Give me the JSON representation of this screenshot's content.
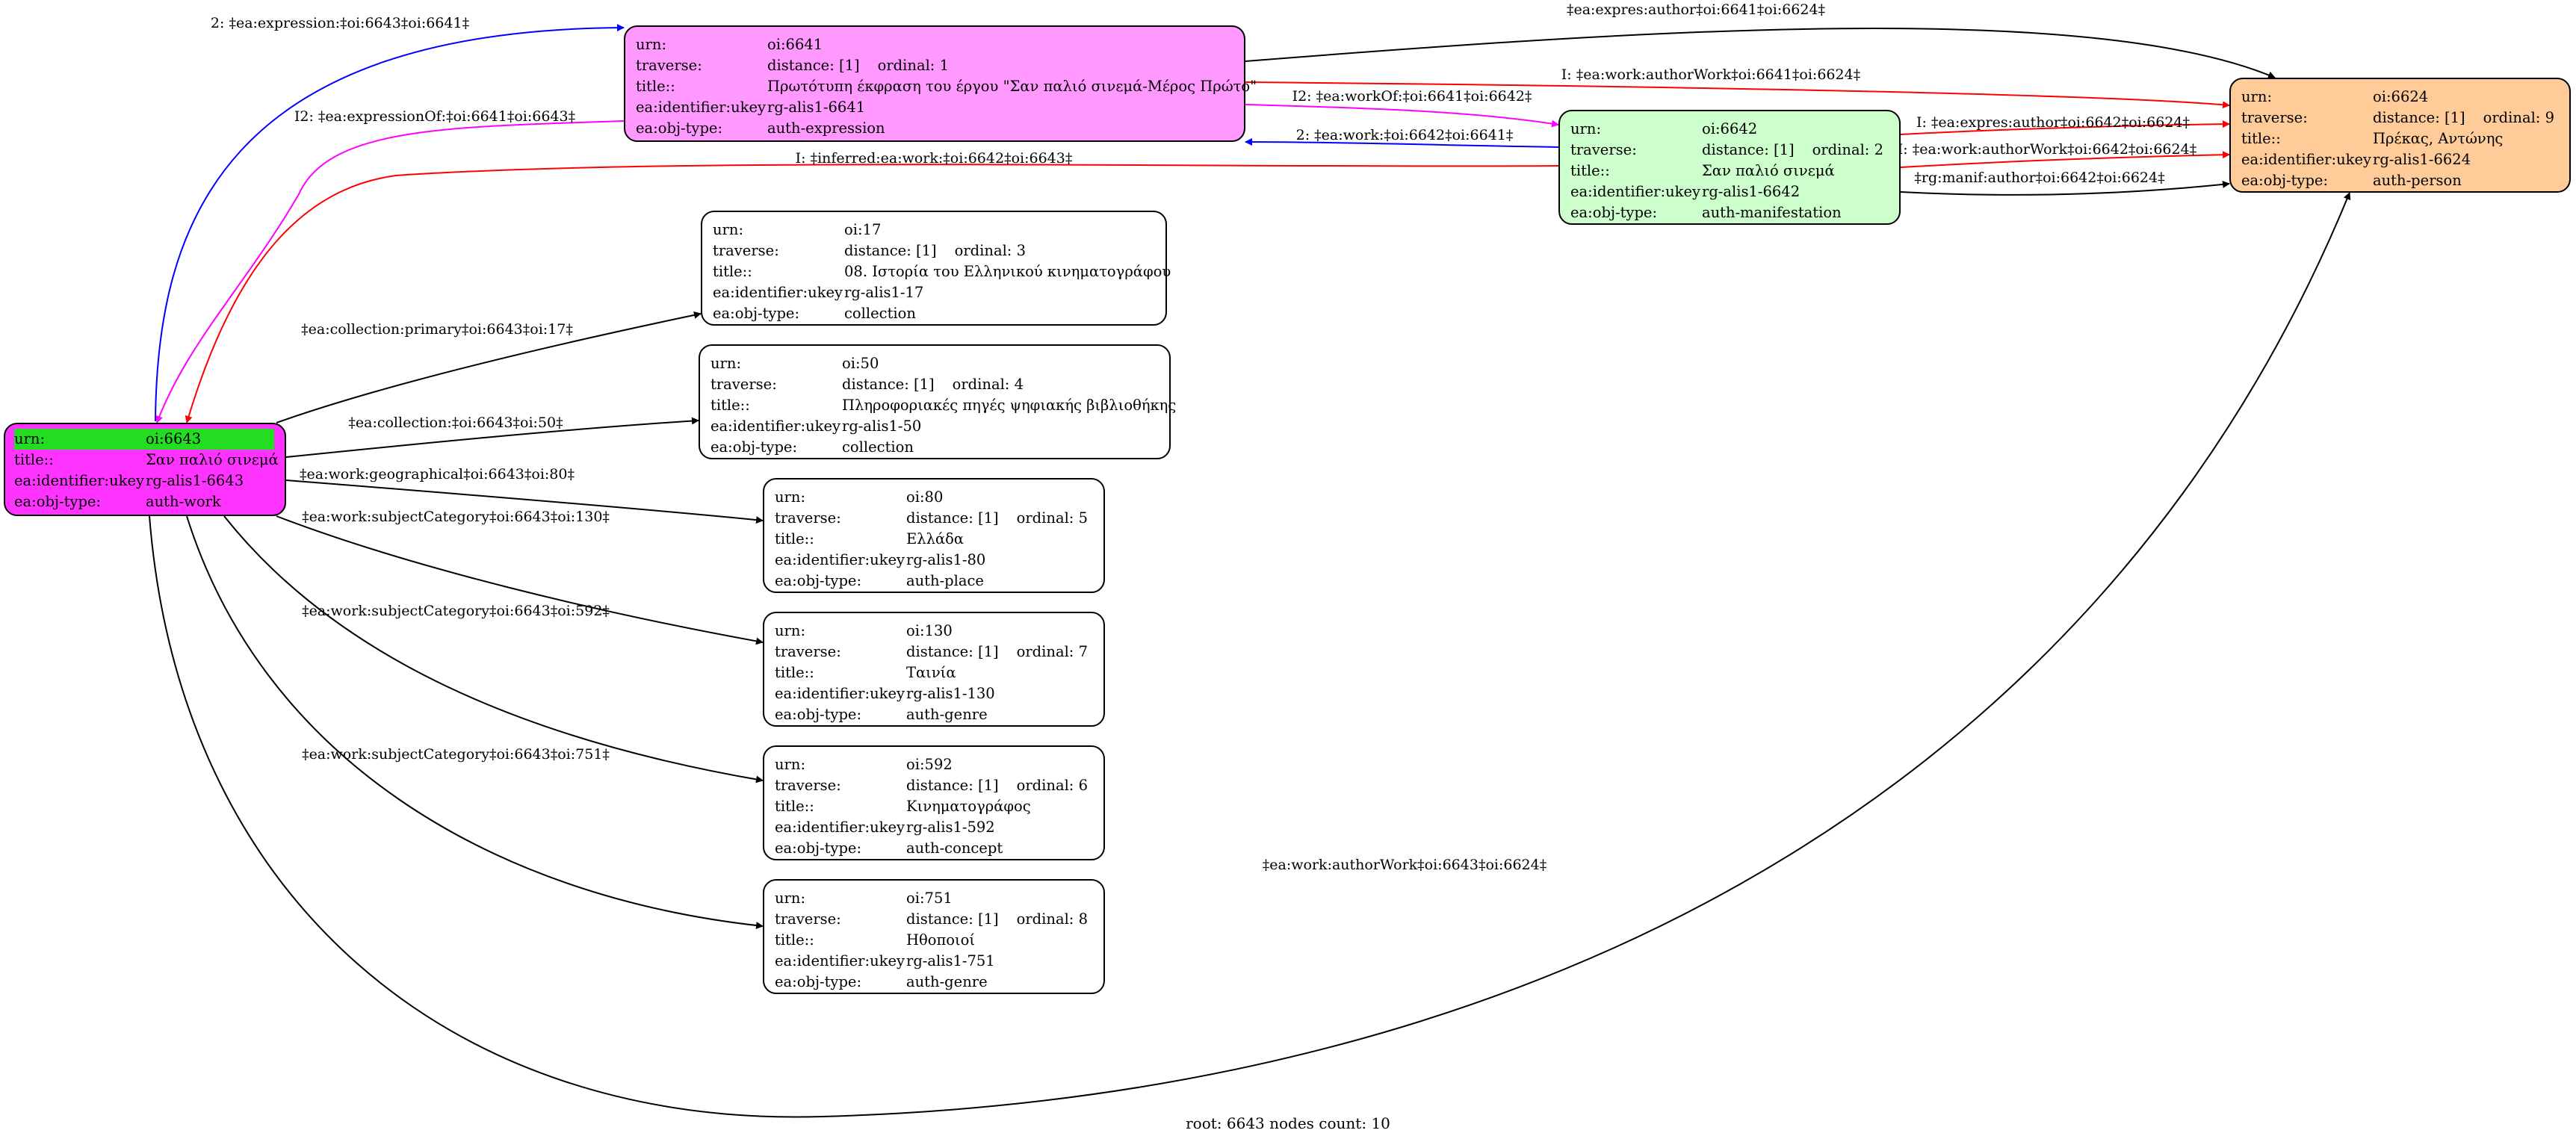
{
  "caption": "root: 6643 nodes count: 10",
  "colors": {
    "blue": "#0000ff",
    "red": "#ff0000",
    "magenta": "#ff00ff",
    "black": "#000000",
    "root_fill": "#ff33ff",
    "root_urn_highlight": "#22dd22",
    "expression_fill": "#ff99ff",
    "manifestation_fill": "#ccffcc",
    "person_fill": "#ffcc99",
    "default_fill": "#ffffff"
  },
  "nodes": {
    "n6643": {
      "fill": "#ff33ff",
      "rows": [
        {
          "k": "urn:",
          "v": "oi:6643"
        },
        {
          "k": "title::",
          "v": "Σαν παλιό σινεμά"
        },
        {
          "k": "ea:identifier:ukey",
          "v": "rg-alis1-6643"
        },
        {
          "k": "ea:obj-type:",
          "v": "auth-work"
        }
      ]
    },
    "n6641": {
      "fill": "#ff99ff",
      "rows": [
        {
          "k": "urn:",
          "v": "oi:6641"
        },
        {
          "k": "traverse:",
          "v": "distance: [1]",
          "ord": "ordinal: 1"
        },
        {
          "k": "title::",
          "v": "Πρωτότυπη έκφραση του έργου \"Σαν παλιό σινεμά-Μέρος Πρώτο\""
        },
        {
          "k": "ea:identifier:ukey",
          "v": "rg-alis1-6641"
        },
        {
          "k": "ea:obj-type:",
          "v": "auth-expression"
        }
      ]
    },
    "n6642": {
      "fill": "#ccffcc",
      "rows": [
        {
          "k": "urn:",
          "v": "oi:6642"
        },
        {
          "k": "traverse:",
          "v": "distance: [1]",
          "ord": "ordinal: 2"
        },
        {
          "k": "title::",
          "v": "Σαν παλιό σινεμά"
        },
        {
          "k": "ea:identifier:ukey",
          "v": "rg-alis1-6642"
        },
        {
          "k": "ea:obj-type:",
          "v": "auth-manifestation"
        }
      ]
    },
    "n6624": {
      "fill": "#ffcc99",
      "rows": [
        {
          "k": "urn:",
          "v": "oi:6624"
        },
        {
          "k": "traverse:",
          "v": "distance: [1]",
          "ord": "ordinal: 9"
        },
        {
          "k": "title::",
          "v": "Πρέκας, Αντώνης"
        },
        {
          "k": "ea:identifier:ukey",
          "v": "rg-alis1-6624"
        },
        {
          "k": "ea:obj-type:",
          "v": "auth-person"
        }
      ]
    },
    "n17": {
      "fill": "#ffffff",
      "rows": [
        {
          "k": "urn:",
          "v": "oi:17"
        },
        {
          "k": "traverse:",
          "v": "distance: [1]",
          "ord": "ordinal: 3"
        },
        {
          "k": "title::",
          "v": "08. Ιστορία του Ελληνικού κινηματογράφου"
        },
        {
          "k": "ea:identifier:ukey",
          "v": "rg-alis1-17"
        },
        {
          "k": "ea:obj-type:",
          "v": "collection"
        }
      ]
    },
    "n50": {
      "fill": "#ffffff",
      "rows": [
        {
          "k": "urn:",
          "v": "oi:50"
        },
        {
          "k": "traverse:",
          "v": "distance: [1]",
          "ord": "ordinal: 4"
        },
        {
          "k": "title::",
          "v": "Πληροφοριακές πηγές ψηφιακής βιβλιοθήκης"
        },
        {
          "k": "ea:identifier:ukey",
          "v": "rg-alis1-50"
        },
        {
          "k": "ea:obj-type:",
          "v": "collection"
        }
      ]
    },
    "n80": {
      "fill": "#ffffff",
      "rows": [
        {
          "k": "urn:",
          "v": "oi:80"
        },
        {
          "k": "traverse:",
          "v": "distance: [1]",
          "ord": "ordinal: 5"
        },
        {
          "k": "title::",
          "v": "Ελλάδα"
        },
        {
          "k": "ea:identifier:ukey",
          "v": "rg-alis1-80"
        },
        {
          "k": "ea:obj-type:",
          "v": "auth-place"
        }
      ]
    },
    "n130": {
      "fill": "#ffffff",
      "rows": [
        {
          "k": "urn:",
          "v": "oi:130"
        },
        {
          "k": "traverse:",
          "v": "distance: [1]",
          "ord": "ordinal: 7"
        },
        {
          "k": "title::",
          "v": "Ταινία"
        },
        {
          "k": "ea:identifier:ukey",
          "v": "rg-alis1-130"
        },
        {
          "k": "ea:obj-type:",
          "v": "auth-genre"
        }
      ]
    },
    "n592": {
      "fill": "#ffffff",
      "rows": [
        {
          "k": "urn:",
          "v": "oi:592"
        },
        {
          "k": "traverse:",
          "v": "distance: [1]",
          "ord": "ordinal: 6"
        },
        {
          "k": "title::",
          "v": "Κινηματογράφος"
        },
        {
          "k": "ea:identifier:ukey",
          "v": "rg-alis1-592"
        },
        {
          "k": "ea:obj-type:",
          "v": "auth-concept"
        }
      ]
    },
    "n751": {
      "fill": "#ffffff",
      "rows": [
        {
          "k": "urn:",
          "v": "oi:751"
        },
        {
          "k": "traverse:",
          "v": "distance: [1]",
          "ord": "ordinal: 8"
        },
        {
          "k": "title::",
          "v": "Ηθοποιοί"
        },
        {
          "k": "ea:identifier:ukey",
          "v": "rg-alis1-751"
        },
        {
          "k": "ea:obj-type:",
          "v": "auth-genre"
        }
      ]
    }
  },
  "edges": [
    {
      "label": "2: ‡ea:expression:‡oi:6643‡oi:6641‡",
      "color": "#0000ff"
    },
    {
      "label": "I2: ‡ea:expressionOf:‡oi:6641‡oi:6643‡",
      "color": "#ff00ff"
    },
    {
      "label": "‡ea:expres:author‡oi:6641‡oi:6624‡",
      "color": "#000000"
    },
    {
      "label": "I: ‡ea:work:authorWork‡oi:6641‡oi:6624‡",
      "color": "#ff0000"
    },
    {
      "label": "I2: ‡ea:workOf:‡oi:6641‡oi:6642‡",
      "color": "#ff00ff"
    },
    {
      "label": "2: ‡ea:work:‡oi:6642‡oi:6641‡",
      "color": "#0000ff"
    },
    {
      "label": "I: ‡inferred:ea:work:‡oi:6642‡oi:6643‡",
      "color": "#ff0000"
    },
    {
      "label": "I: ‡ea:expres:author‡oi:6642‡oi:6624‡",
      "color": "#ff0000"
    },
    {
      "label": "I: ‡ea:work:authorWork‡oi:6642‡oi:6624‡",
      "color": "#ff0000"
    },
    {
      "label": "‡rg:manif:author‡oi:6642‡oi:6624‡",
      "color": "#000000"
    },
    {
      "label": "‡ea:collection:primary‡oi:6643‡oi:17‡",
      "color": "#000000"
    },
    {
      "label": "‡ea:collection:‡oi:6643‡oi:50‡",
      "color": "#000000"
    },
    {
      "label": "‡ea:work:geographical‡oi:6643‡oi:80‡",
      "color": "#000000"
    },
    {
      "label": "‡ea:work:subjectCategory‡oi:6643‡oi:130‡",
      "color": "#000000"
    },
    {
      "label": "‡ea:work:subjectCategory‡oi:6643‡oi:592‡",
      "color": "#000000"
    },
    {
      "label": "‡ea:work:subjectCategory‡oi:6643‡oi:751‡",
      "color": "#000000"
    },
    {
      "label": "‡ea:work:authorWork‡oi:6643‡oi:6624‡",
      "color": "#000000"
    }
  ]
}
